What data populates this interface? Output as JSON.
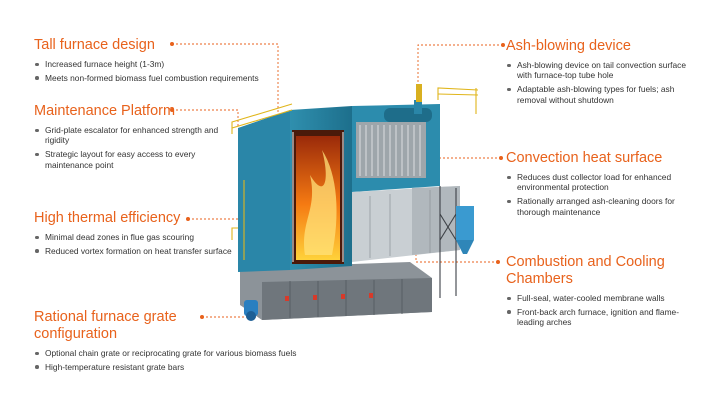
{
  "accent_color": "#e8621c",
  "features": {
    "tall_furnace": {
      "title": "Tall furnace design",
      "points": [
        "Increased furnace height (1-3m)",
        "Meets non-formed biomass fuel combustion requirements"
      ]
    },
    "maintenance_platform": {
      "title": "Maintenance Platform",
      "points": [
        "Grid-plate escalator for enhanced strength and rigidity",
        "Strategic layout for easy access to every maintenance point"
      ]
    },
    "thermal_efficiency": {
      "title": "High thermal efficiency",
      "points": [
        "Minimal dead zones in flue gas scouring",
        "Reduced vortex formation on heat transfer surface"
      ]
    },
    "grate_config": {
      "title": "Rational furnace grate configuration",
      "points": [
        "Optional chain grate or reciprocating grate for various biomass fuels",
        "High-temperature resistant grate bars"
      ]
    },
    "ash_blowing": {
      "title": "Ash-blowing device",
      "points": [
        "Ash-blowing device on tail convection surface with furnace-top tube hole",
        "Adaptable ash-blowing types for fuels; ash removal without shutdown"
      ]
    },
    "convection": {
      "title": "Convection heat surface",
      "points": [
        "Reduces dust collector load for enhanced environmental protection",
        "Rationally arranged ash-cleaning doors for thorough maintenance"
      ]
    },
    "combustion": {
      "title": "Combustion and Cooling Chambers",
      "points": [
        "Full-seal, water-cooled membrane walls",
        "Front-back arch furnace, ignition and flame-leading arches"
      ]
    }
  }
}
